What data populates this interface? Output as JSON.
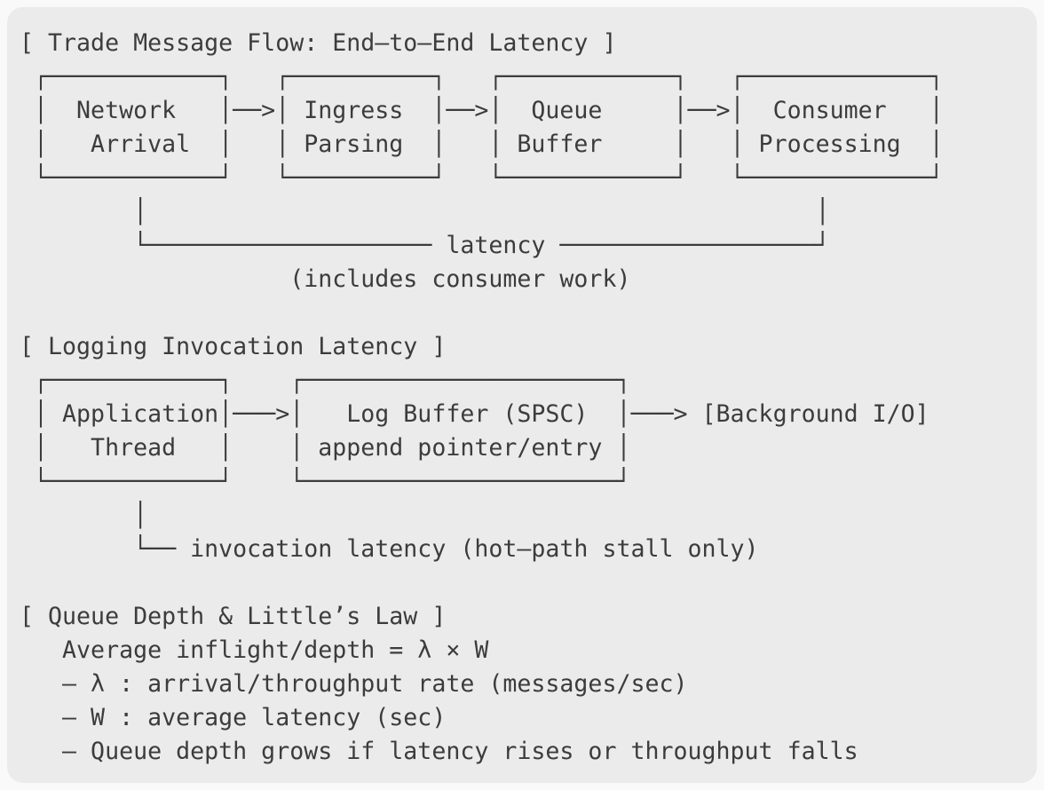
{
  "colors": {
    "page_bg": "#f9f9f9",
    "panel_bg": "#ebebeb",
    "text": "#3c3c3c"
  },
  "sections": {
    "trade_flow": {
      "title": "[ Trade Message Flow: End–to–End Latency ]",
      "stages": [
        "Network Arrival",
        "Ingress Parsing",
        "Queue Buffer",
        "Consumer Processing"
      ],
      "bracket_label": "latency",
      "bracket_note": "(includes consumer work)",
      "lines": [
        " ┌────────────┐   ┌──────────┐   ┌────────────┐   ┌─────────────┐",
        " │  Network   │──>│ Ingress  │──>│  Queue     │──>│  Consumer   │",
        " │   Arrival  │   │ Parsing  │   │ Buffer     │   │ Processing  │",
        " └────────────┘   └──────────┘   └────────────┘   └─────────────┘",
        "        │                                               │",
        "        └──────────────────── latency ──────────────────┘",
        "                   (includes consumer work)"
      ]
    },
    "logging": {
      "title": "[ Logging Invocation Latency ]",
      "stages": [
        "Application Thread",
        "Log Buffer (SPSC) append pointer/entry",
        "[Background I/O]"
      ],
      "bracket_note": "invocation latency (hot–path stall only)",
      "lines": [
        " ┌────────────┐    ┌──────────────────────┐",
        " │ Application│───>│   Log Buffer (SPSC)  │───> [Background I/O]",
        " │   Thread   │    │ append pointer/entry │",
        " └────────────┘    └──────────────────────┘",
        "        │",
        "        └── invocation latency (hot–path stall only)"
      ]
    },
    "littles_law": {
      "title": "[ Queue Depth & Little’s Law ]",
      "formula": "Average inflight/depth = λ × W",
      "lines": [
        "   Average inflight/depth = λ × W",
        "   – λ : arrival/throughput rate (messages/sec)",
        "   – W : average latency (sec)",
        "   – Queue depth grows if latency rises or throughput falls"
      ]
    }
  }
}
